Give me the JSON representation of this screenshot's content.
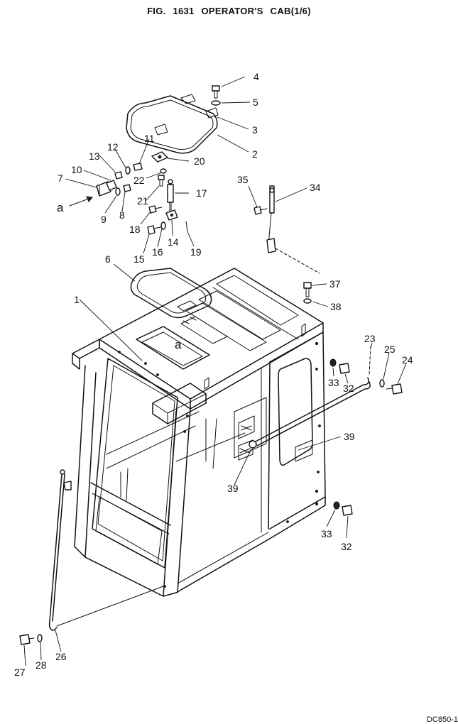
{
  "title": "FIG. 1631   OPERATOR'S CAB(1/6)",
  "figure_code": "DC850-1",
  "detail_marker": "a",
  "callouts": [
    {
      "id": "c1",
      "text": "1"
    },
    {
      "id": "c2",
      "text": "2"
    },
    {
      "id": "c3",
      "text": "3"
    },
    {
      "id": "c4",
      "text": "4"
    },
    {
      "id": "c5",
      "text": "5"
    },
    {
      "id": "c6",
      "text": "6"
    },
    {
      "id": "c7",
      "text": "7"
    },
    {
      "id": "c8",
      "text": "8"
    },
    {
      "id": "c9",
      "text": "9"
    },
    {
      "id": "c10",
      "text": "10"
    },
    {
      "id": "c11",
      "text": "11"
    },
    {
      "id": "c12",
      "text": "12"
    },
    {
      "id": "c13",
      "text": "13"
    },
    {
      "id": "c14",
      "text": "14"
    },
    {
      "id": "c15",
      "text": "15"
    },
    {
      "id": "c16",
      "text": "16"
    },
    {
      "id": "c17",
      "text": "17"
    },
    {
      "id": "c18",
      "text": "18"
    },
    {
      "id": "c19",
      "text": "19"
    },
    {
      "id": "c20",
      "text": "20"
    },
    {
      "id": "c21",
      "text": "21"
    },
    {
      "id": "c22",
      "text": "22"
    },
    {
      "id": "c23",
      "text": "23"
    },
    {
      "id": "c24",
      "text": "24"
    },
    {
      "id": "c25",
      "text": "25"
    },
    {
      "id": "c26",
      "text": "26"
    },
    {
      "id": "c27",
      "text": "27"
    },
    {
      "id": "c28",
      "text": "28"
    },
    {
      "id": "c32a",
      "text": "32"
    },
    {
      "id": "c33a",
      "text": "33"
    },
    {
      "id": "c32b",
      "text": "32"
    },
    {
      "id": "c33b",
      "text": "33"
    },
    {
      "id": "c34",
      "text": "34"
    },
    {
      "id": "c35",
      "text": "35"
    },
    {
      "id": "c37",
      "text": "37"
    },
    {
      "id": "c38",
      "text": "38"
    },
    {
      "id": "c39a",
      "text": "39"
    },
    {
      "id": "c39b",
      "text": "39"
    }
  ]
}
